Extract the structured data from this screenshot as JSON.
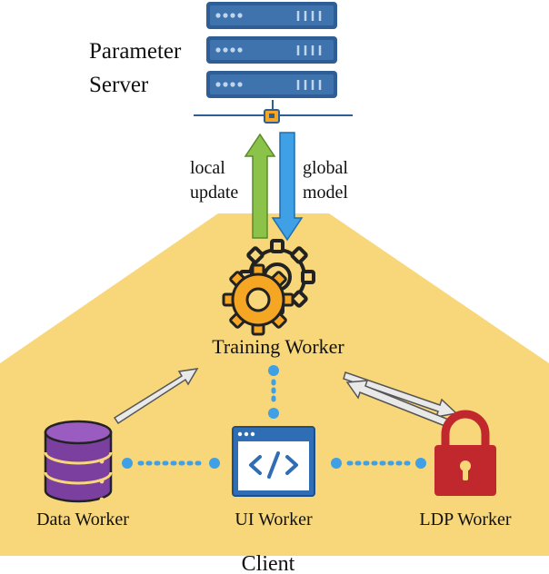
{
  "colors": {
    "client_bg": "#F7D779",
    "server_body": "#2F5E96",
    "server_light": "#BFD6EE",
    "connector": "#F5A623",
    "arrow_up": "#8BC34A",
    "arrow_down": "#3FA0E6",
    "gear": "#F5A623",
    "database": "#7B3FA0",
    "ui_window": "#2F6EB5",
    "lock": "#C0282D",
    "dot": "#3FA0E6"
  },
  "icons": {
    "server": "server-rack-icon",
    "gears": "gears-icon",
    "database": "database-icon",
    "code_window": "code-window-icon",
    "lock": "padlock-icon"
  },
  "labels": {
    "server_line1": "Parameter",
    "server_line2": "Server",
    "local_line1": "local",
    "local_line2": "update",
    "global_line1": "global",
    "global_line2": "model",
    "training_worker": "Training Worker",
    "data_worker": "Data Worker",
    "ui_worker": "UI Worker",
    "ldp_worker": "LDP Worker",
    "client": "Client"
  }
}
